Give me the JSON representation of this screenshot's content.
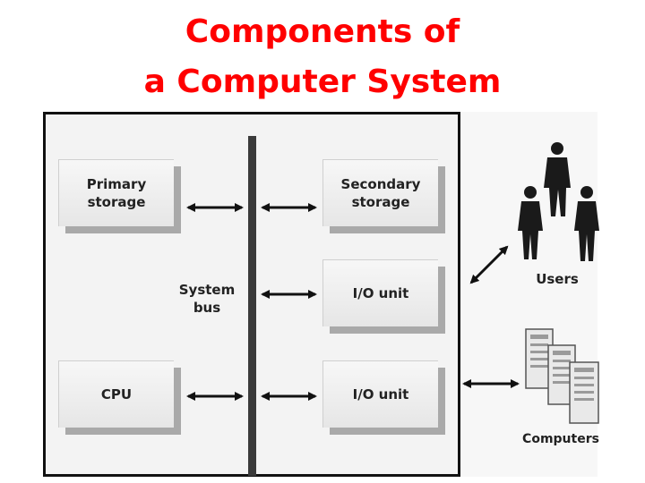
{
  "title": {
    "line1": "Components of",
    "line2": "a Computer System"
  },
  "diagram": {
    "primary_storage": "Primary\nstorage",
    "cpu": "CPU",
    "system_bus": "System\nbus",
    "secondary_storage": "Secondary\nstorage",
    "io_unit_1": "I/O unit",
    "io_unit_2": "I/O unit",
    "users": "Users",
    "computers": "Computers"
  },
  "colors": {
    "title": "#ff0000",
    "bus": "#3a3a3a",
    "box_shadow": "#a9a9a9"
  }
}
